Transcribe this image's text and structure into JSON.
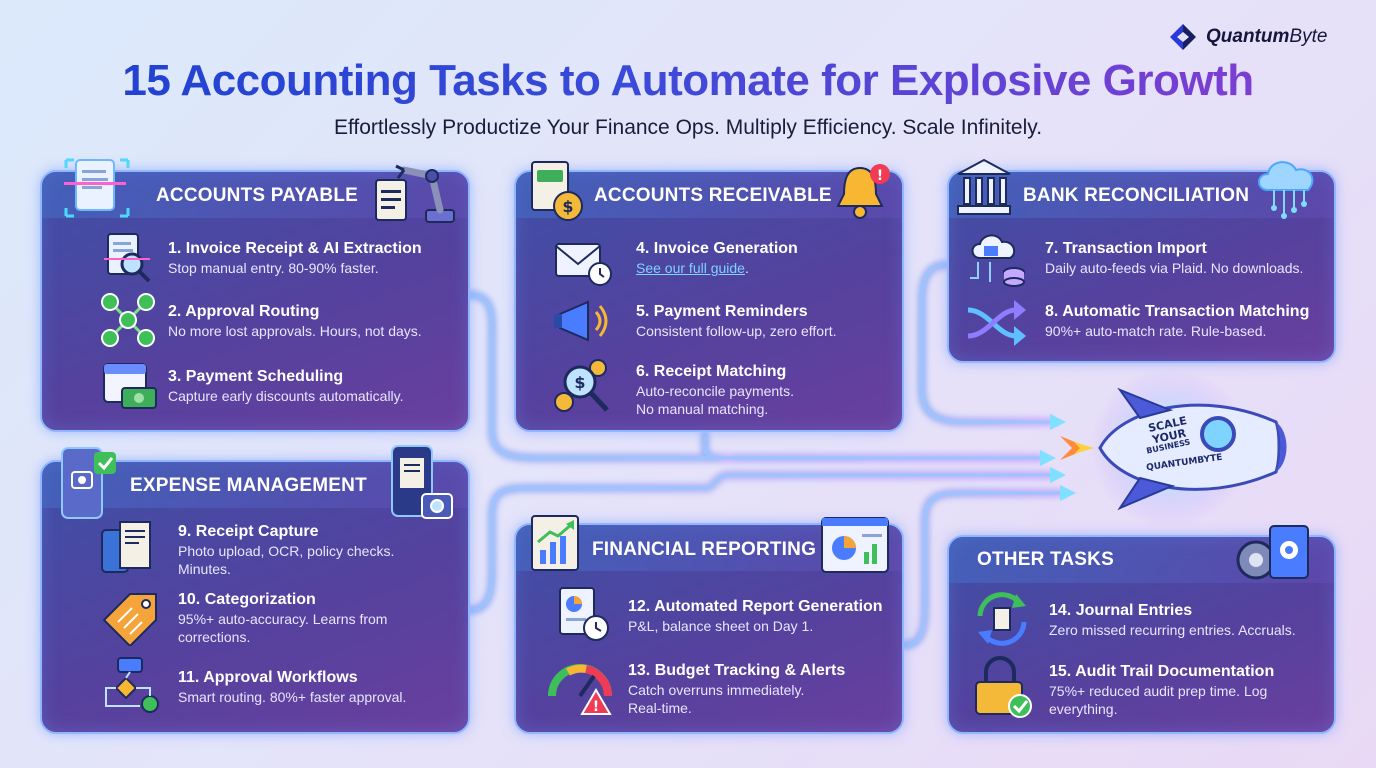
{
  "brand": {
    "name_bold": "Quantum",
    "name_light": "Byte"
  },
  "header": {
    "title": "15 Accounting Tasks to Automate for Explosive Growth",
    "subtitle": "Effortlessly Productize Your Finance Ops. Multiply Efficiency. Scale Infinitely."
  },
  "cards": {
    "ap": {
      "title": "ACCOUNTS PAYABLE",
      "items": [
        {
          "title": "1. Invoice Receipt & AI Extraction",
          "desc": "Stop manual entry. 80-90% faster."
        },
        {
          "title": "2. Approval Routing",
          "desc": "No more lost approvals. Hours, not days."
        },
        {
          "title": "3. Payment Scheduling",
          "desc": "Capture early discounts automatically."
        }
      ]
    },
    "ar": {
      "title": "ACCOUNTS RECEIVABLE",
      "items": [
        {
          "title": "4. Invoice Generation",
          "link": "See our full guide",
          "link_suffix": "."
        },
        {
          "title": "5. Payment Reminders",
          "desc": "Consistent follow-up, zero effort."
        },
        {
          "title": "6. Receipt Matching",
          "desc1": "Auto-reconcile payments.",
          "desc2": "No manual matching."
        }
      ]
    },
    "bank": {
      "title": "BANK RECONCILIATION",
      "items": [
        {
          "title": "7. Transaction Import",
          "desc": "Daily auto-feeds via Plaid. No downloads."
        },
        {
          "title": "8. Automatic Transaction Matching",
          "desc": "90%+ auto-match rate. Rule-based."
        }
      ]
    },
    "exp": {
      "title": "EXPENSE MANAGEMENT",
      "items": [
        {
          "title": "9. Receipt Capture",
          "desc1": "Photo upload, OCR, policy checks.",
          "desc2": "Minutes."
        },
        {
          "title": "10. Categorization",
          "desc1": "95%+ auto-accuracy. Learns from",
          "desc2": "corrections."
        },
        {
          "title": "11. Approval Workflows",
          "desc": "Smart routing. 80%+ faster approval."
        }
      ]
    },
    "fin": {
      "title": "FINANCIAL REPORTING",
      "items": [
        {
          "title": "12. Automated Report Generation",
          "desc": "P&L, balance sheet on Day 1."
        },
        {
          "title": "13. Budget Tracking & Alerts",
          "desc1": "Catch overruns immediately.",
          "desc2": "Real-time."
        }
      ]
    },
    "other": {
      "title": "OTHER TASKS",
      "items": [
        {
          "title": "14. Journal Entries",
          "desc": "Zero missed recurring entries. Accruals."
        },
        {
          "title": "15. Audit Trail Documentation",
          "desc1": "75%+ reduced audit prep time. Log",
          "desc2": "everything."
        }
      ]
    }
  },
  "rocket": {
    "line1": "SCALE",
    "line2": "YOUR",
    "line3": "BUSINESS",
    "brand": "QUANTUMBYTE"
  },
  "colors": {
    "card": "#4a489f",
    "border": "#8fb6ff",
    "flow": "#6fa8ff",
    "title_start": "#1b3fd1",
    "title_end": "#8a3bd0"
  }
}
